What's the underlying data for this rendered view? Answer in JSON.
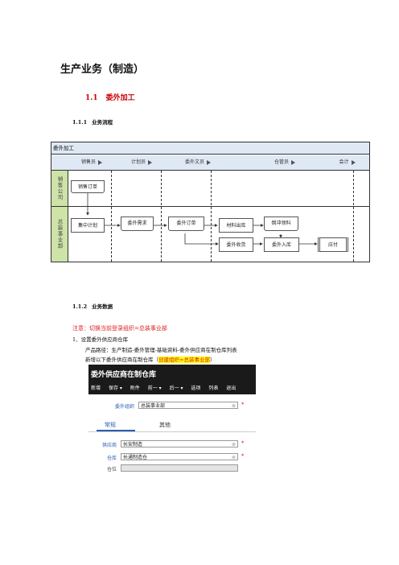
{
  "heading1": "生产业务（制造）",
  "heading2": {
    "num": "1.1",
    "text": "委外加工"
  },
  "heading3a": {
    "num": "1.1.1",
    "text": "业务流程"
  },
  "flow": {
    "title": "委外加工",
    "roles": [
      "销售员",
      "计划员",
      "委外文员",
      "仓管员",
      "会计"
    ],
    "departments": [
      "销售公司",
      "总装事业部"
    ],
    "boxes": {
      "sales_order": "销售订单",
      "master_plan": "集中计划",
      "outsource_demand": "委外需求",
      "outsource_order": "委外订单",
      "material_out": "材料出库",
      "offset_pick": "倒冲领料",
      "outsource_receive": "委外收货",
      "outsource_in": "委外入库",
      "payable": "应付"
    }
  },
  "heading3b": {
    "num": "1.1.2",
    "text": "业务数据"
  },
  "note": "注意：切换当前登录组织=总装事业部",
  "step1": "1、设置委外供应商仓库",
  "path": "产品路径：生产制造-委外管理-基础资料-委外供应商在制仓库列表",
  "instruction_prefix": "新增以下委外供应商在制仓库（",
  "instruction_highlight": "创建组织=总装事业部",
  "instruction_suffix": "）",
  "screenshot": {
    "title": "委外供应商在制仓库",
    "menu": [
      "新增",
      "保存 ▾",
      "附件",
      "前一 ▾",
      "后一 ▾",
      "选项",
      "列表",
      "退出"
    ],
    "org_label": "委外组织",
    "org_value": "总装事业部",
    "tabs": [
      "常规",
      "其他"
    ],
    "supplier_label": "供应商",
    "supplier_value": "长安制造",
    "warehouse_label": "仓库",
    "warehouse_value": "长通制造仓",
    "location_label": "仓位",
    "required_mark": "*",
    "clear_mark": "⊗"
  }
}
